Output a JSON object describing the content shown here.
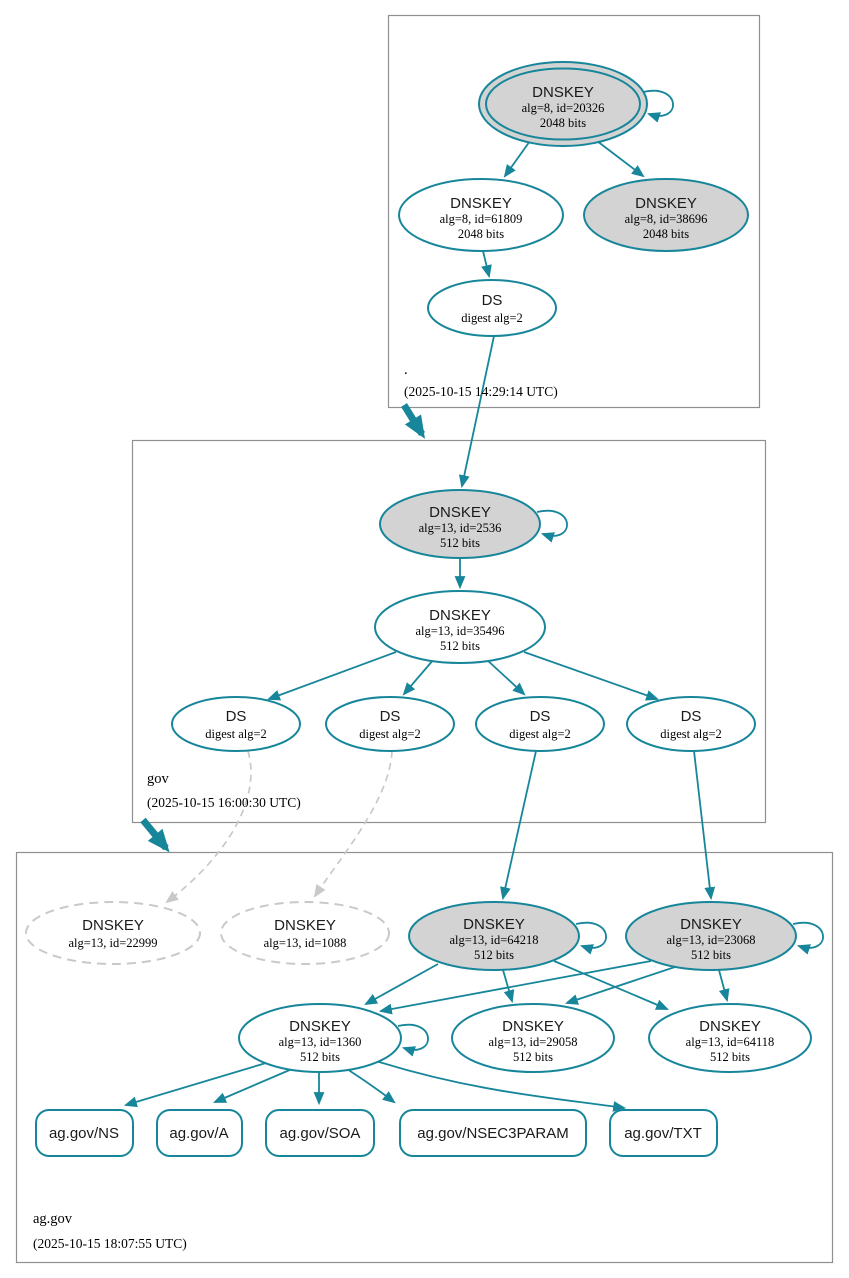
{
  "colors": {
    "edge": "#17869a",
    "node_gray": "#d3d3d3",
    "dashed": "#c9c9c9",
    "box_border": "#8f8f8f"
  },
  "zones": {
    "root": {
      "name": ".",
      "timestamp": "(2025-10-15 14:29:14 UTC)"
    },
    "gov": {
      "name": "gov",
      "timestamp": "(2025-10-15 16:00:30 UTC)"
    },
    "aggov": {
      "name": "ag.gov",
      "timestamp": "(2025-10-15 18:07:55 UTC)"
    }
  },
  "nodes": {
    "root_ksk_20326": {
      "title": "DNSKEY",
      "line1": "alg=8, id=20326",
      "line2": "2048 bits"
    },
    "root_zsk_61809": {
      "title": "DNSKEY",
      "line1": "alg=8, id=61809",
      "line2": "2048 bits"
    },
    "root_ksk_38696": {
      "title": "DNSKEY",
      "line1": "alg=8, id=38696",
      "line2": "2048 bits"
    },
    "root_ds": {
      "title": "DS",
      "line1": "digest alg=2"
    },
    "gov_ksk_2536": {
      "title": "DNSKEY",
      "line1": "alg=13, id=2536",
      "line2": "512 bits"
    },
    "gov_zsk_35496": {
      "title": "DNSKEY",
      "line1": "alg=13, id=35496",
      "line2": "512 bits"
    },
    "gov_ds1": {
      "title": "DS",
      "line1": "digest alg=2"
    },
    "gov_ds2": {
      "title": "DS",
      "line1": "digest alg=2"
    },
    "gov_ds3": {
      "title": "DS",
      "line1": "digest alg=2"
    },
    "gov_ds4": {
      "title": "DS",
      "line1": "digest alg=2"
    },
    "aggov_key_22999": {
      "title": "DNSKEY",
      "line1": "alg=13, id=22999"
    },
    "aggov_key_1088": {
      "title": "DNSKEY",
      "line1": "alg=13, id=1088"
    },
    "aggov_ksk_64218": {
      "title": "DNSKEY",
      "line1": "alg=13, id=64218",
      "line2": "512 bits"
    },
    "aggov_ksk_23068": {
      "title": "DNSKEY",
      "line1": "alg=13, id=23068",
      "line2": "512 bits"
    },
    "aggov_zsk_1360": {
      "title": "DNSKEY",
      "line1": "alg=13, id=1360",
      "line2": "512 bits"
    },
    "aggov_zsk_29058": {
      "title": "DNSKEY",
      "line1": "alg=13, id=29058",
      "line2": "512 bits"
    },
    "aggov_zsk_64118": {
      "title": "DNSKEY",
      "line1": "alg=13, id=64118",
      "line2": "512 bits"
    }
  },
  "records": [
    {
      "label": "ag.gov/NS"
    },
    {
      "label": "ag.gov/A"
    },
    {
      "label": "ag.gov/SOA"
    },
    {
      "label": "ag.gov/NSEC3PARAM"
    },
    {
      "label": "ag.gov/TXT"
    }
  ]
}
